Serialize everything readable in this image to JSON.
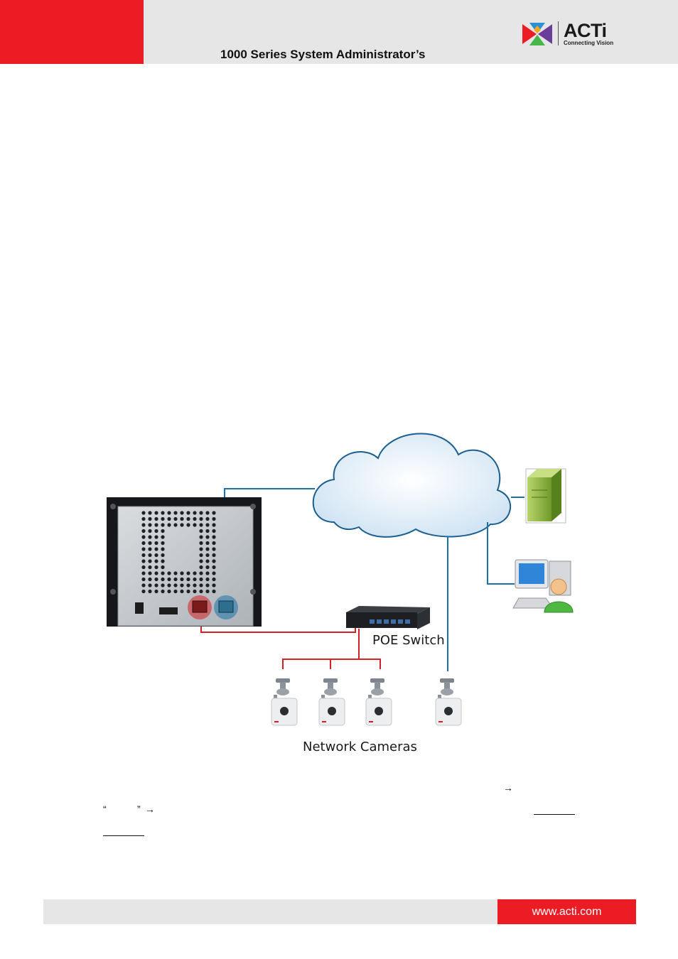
{
  "header": {
    "title": "1000 Series System Administrator’s",
    "brand": "ACTi",
    "tagline": "Connecting Vision",
    "red": "#ec1c24",
    "gray": "#e6e6e6"
  },
  "diagram": {
    "switch_label": "POE Switch",
    "cameras_label": "Network Cameras",
    "lan_color": "#d42026",
    "wan_color": "#1a73a8"
  },
  "text_fragments": {
    "arrow1": "→",
    "open_quote": "“",
    "close_quote": "”",
    "arrow2": "→"
  },
  "footer": {
    "url": "www.acti.com"
  }
}
